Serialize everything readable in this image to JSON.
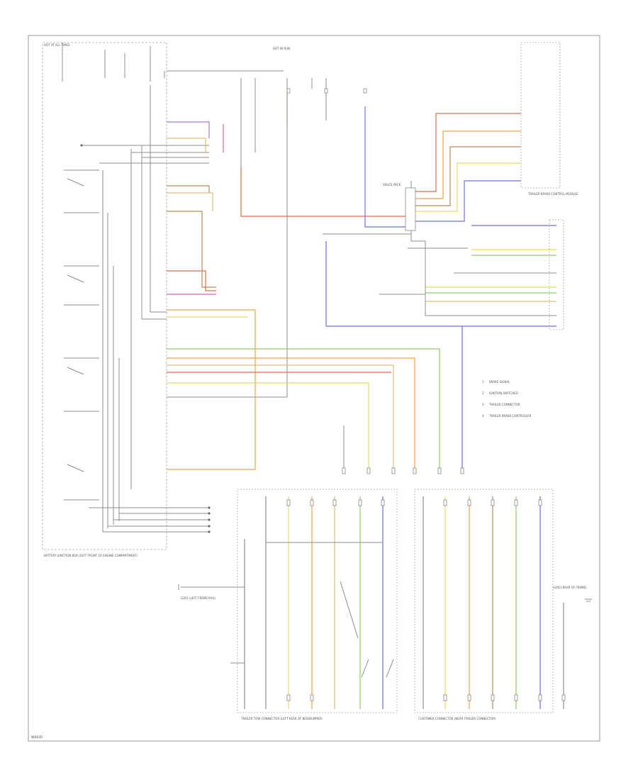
{
  "figure_code": "W0035",
  "legend": [
    {
      "num": "1",
      "text": "BRAKE SIGNAL"
    },
    {
      "num": "2",
      "text": "IGNITION SWITCHED"
    },
    {
      "num": "3",
      "text": "TRAILER CONNECTOR"
    },
    {
      "num": "4",
      "text": "TRAILER BRAKE CONTROLLER"
    }
  ],
  "components": {
    "battery_junction_box": "BATTERY JUNCTION BOX (LEFT FRONT OF ENGINE COMPARTMENT)",
    "trailer_brake_module": "TRAILER BRAKE CONTROL MODULE",
    "trailer_connector": "TRAILER TOW CONNECTOR (LEFT REAR OF BED/BUMPER)",
    "customer_connector": "CUSTOMER CONNECTOR (NEAR TRAILER CONNECTOR)",
    "fuse_hot_at_all_times": "HOT AT ALL TIMES",
    "fuse_hot_in_run": "HOT IN RUN",
    "ground_left_frame": "G301 (LEFT FRAME RAIL)",
    "ground_rear": "G400 (REAR OF FRAME)",
    "splice_block": "SPLICE PACK"
  },
  "colors": {
    "red": "#e06b4a",
    "orange": "#f0a050",
    "yellow": "#e8dd55",
    "green": "#8ecf6a",
    "blue": "#6a6ff0",
    "violet": "#a07ad8",
    "pink": "#e060a0",
    "brown": "#b98a55",
    "gray": "#8c8c8c",
    "tan": "#d9c07a"
  }
}
